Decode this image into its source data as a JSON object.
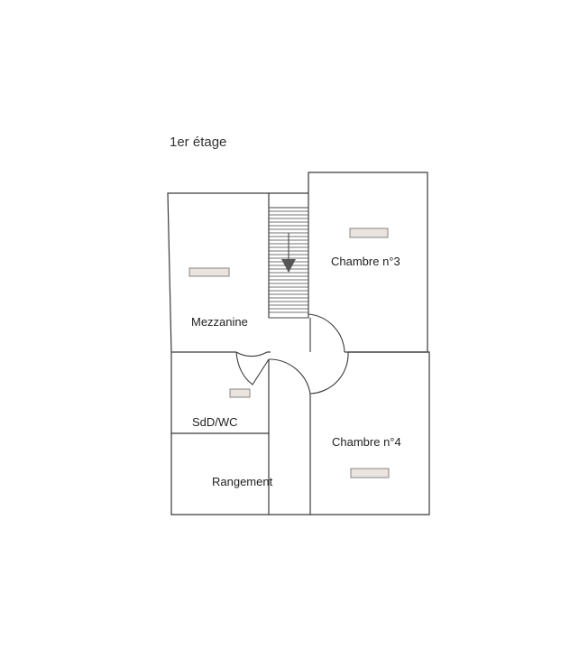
{
  "floor": {
    "title": "1er étage"
  },
  "rooms": {
    "mezzanine": "Mezzanine",
    "chambre3": "Chambre n°3",
    "chambre4": "Chambre n°4",
    "sdd_wc": "SdD/WC",
    "rangement": "Rangement"
  },
  "colors": {
    "wall": "#3a3a3a",
    "radiator_fill": "#e9e4df",
    "radiator_border": "#8a8480",
    "stair_lines": "#444444",
    "arrow": "#555555"
  },
  "icons": {
    "radiator": "radiator-icon",
    "stair_arrow": "arrow-down-icon"
  }
}
